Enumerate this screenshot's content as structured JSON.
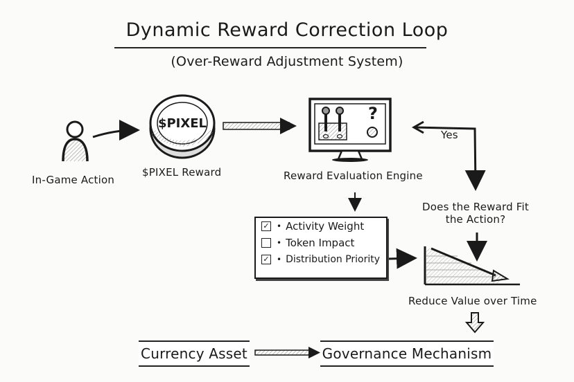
{
  "diagram": {
    "title": "Dynamic Reward Correction Loop",
    "subtitle": "(Over-Reward Adjustment System)",
    "nodes": {
      "action": {
        "label": "In-Game Action",
        "icon": "person-icon"
      },
      "reward": {
        "label": "$PIXEL Reward",
        "coin_text": "$PIXEL",
        "icon": "coin-icon"
      },
      "engine": {
        "label": "Reward Evaluation Engine",
        "icon": "monitor-icon",
        "screen_symbol": "?"
      },
      "question": {
        "line1": "Does the Reward Fit",
        "line2": "the Action?"
      },
      "reduce": {
        "label": "Reduce Value over Time",
        "icon": "declining-chart-icon"
      },
      "currency": {
        "label": "Currency Asset"
      },
      "governance": {
        "label": "Governance Mechanism"
      }
    },
    "checklist": [
      {
        "label": "Activity Weight",
        "state": "checked"
      },
      {
        "label": "Token Impact",
        "state": "unchecked"
      },
      {
        "label": "Distribution Priority",
        "state": "checked"
      }
    ],
    "edges": [
      {
        "from": "action",
        "to": "reward",
        "label": ""
      },
      {
        "from": "reward",
        "to": "engine",
        "label": ""
      },
      {
        "from": "engine",
        "to": "checklist",
        "label": ""
      },
      {
        "from": "engine",
        "to": "question",
        "label": "Yes"
      },
      {
        "from": "checklist",
        "to": "reduce",
        "label": ""
      },
      {
        "from": "question",
        "to": "reduce",
        "label": ""
      },
      {
        "from": "reduce",
        "to": "governance",
        "label": ""
      },
      {
        "from": "currency",
        "to": "governance",
        "label": ""
      }
    ],
    "check_mark": "✓"
  }
}
